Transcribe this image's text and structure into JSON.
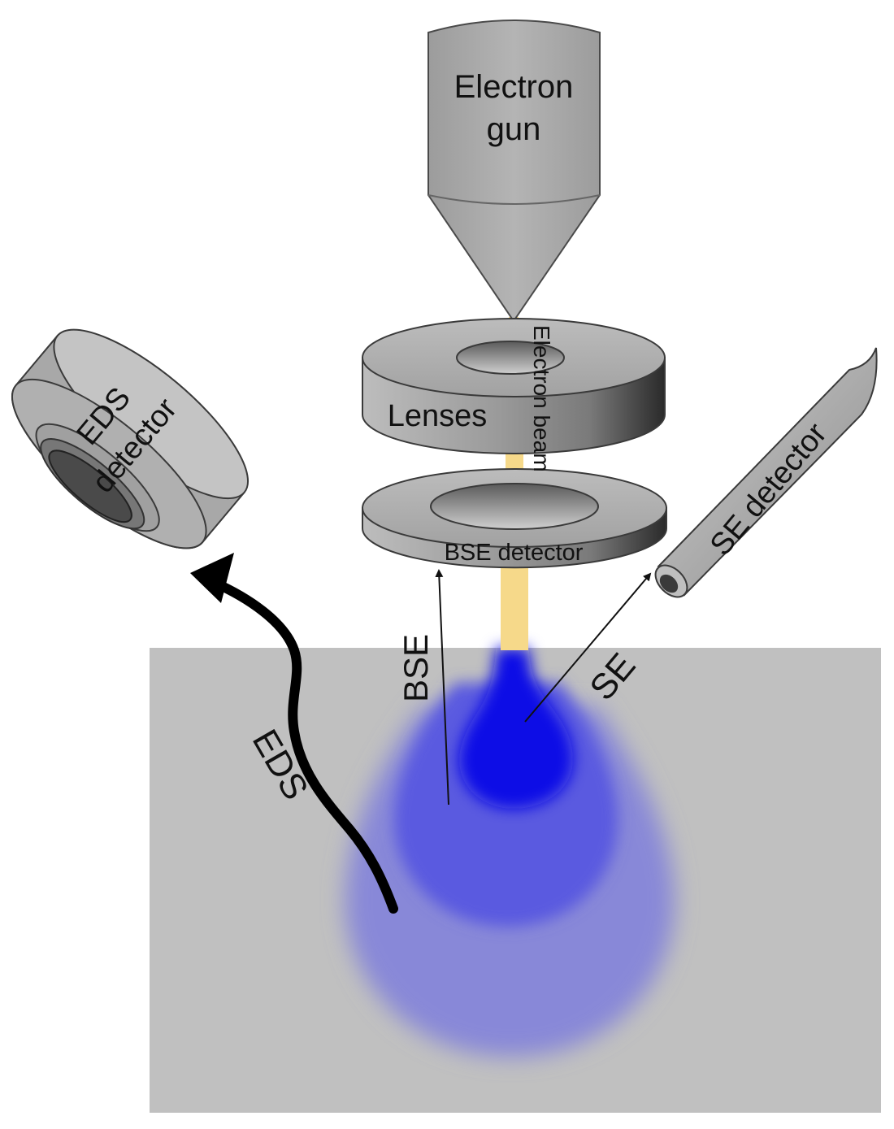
{
  "labels": {
    "electron_gun_line1": "Electron",
    "electron_gun_line2": "gun",
    "lenses": "Lenses",
    "electron_beam": "Electron beam",
    "bse_detector": "BSE detector",
    "eds_detector_line1": "EDS",
    "eds_detector_line2": "detector",
    "se_detector": "SE detector",
    "bse_signal": "BSE",
    "se_signal": "SE",
    "eds_signal": "EDS"
  },
  "colors": {
    "sample": "#c0c0c0",
    "beam": "#f6d98a",
    "interaction_core": "#0a0ae6",
    "interaction_mid": "#5a5ae0",
    "interaction_outer": "#8888d8",
    "metal_light": "#d6d6d6",
    "metal_mid": "#a8a8a8",
    "metal_dark": "#4a4a4a",
    "text": "#111111"
  },
  "icons": {
    "eds_arrow": "wavy-arrow",
    "bse_arrow": "straight-arrow",
    "se_arrow": "straight-arrow"
  }
}
